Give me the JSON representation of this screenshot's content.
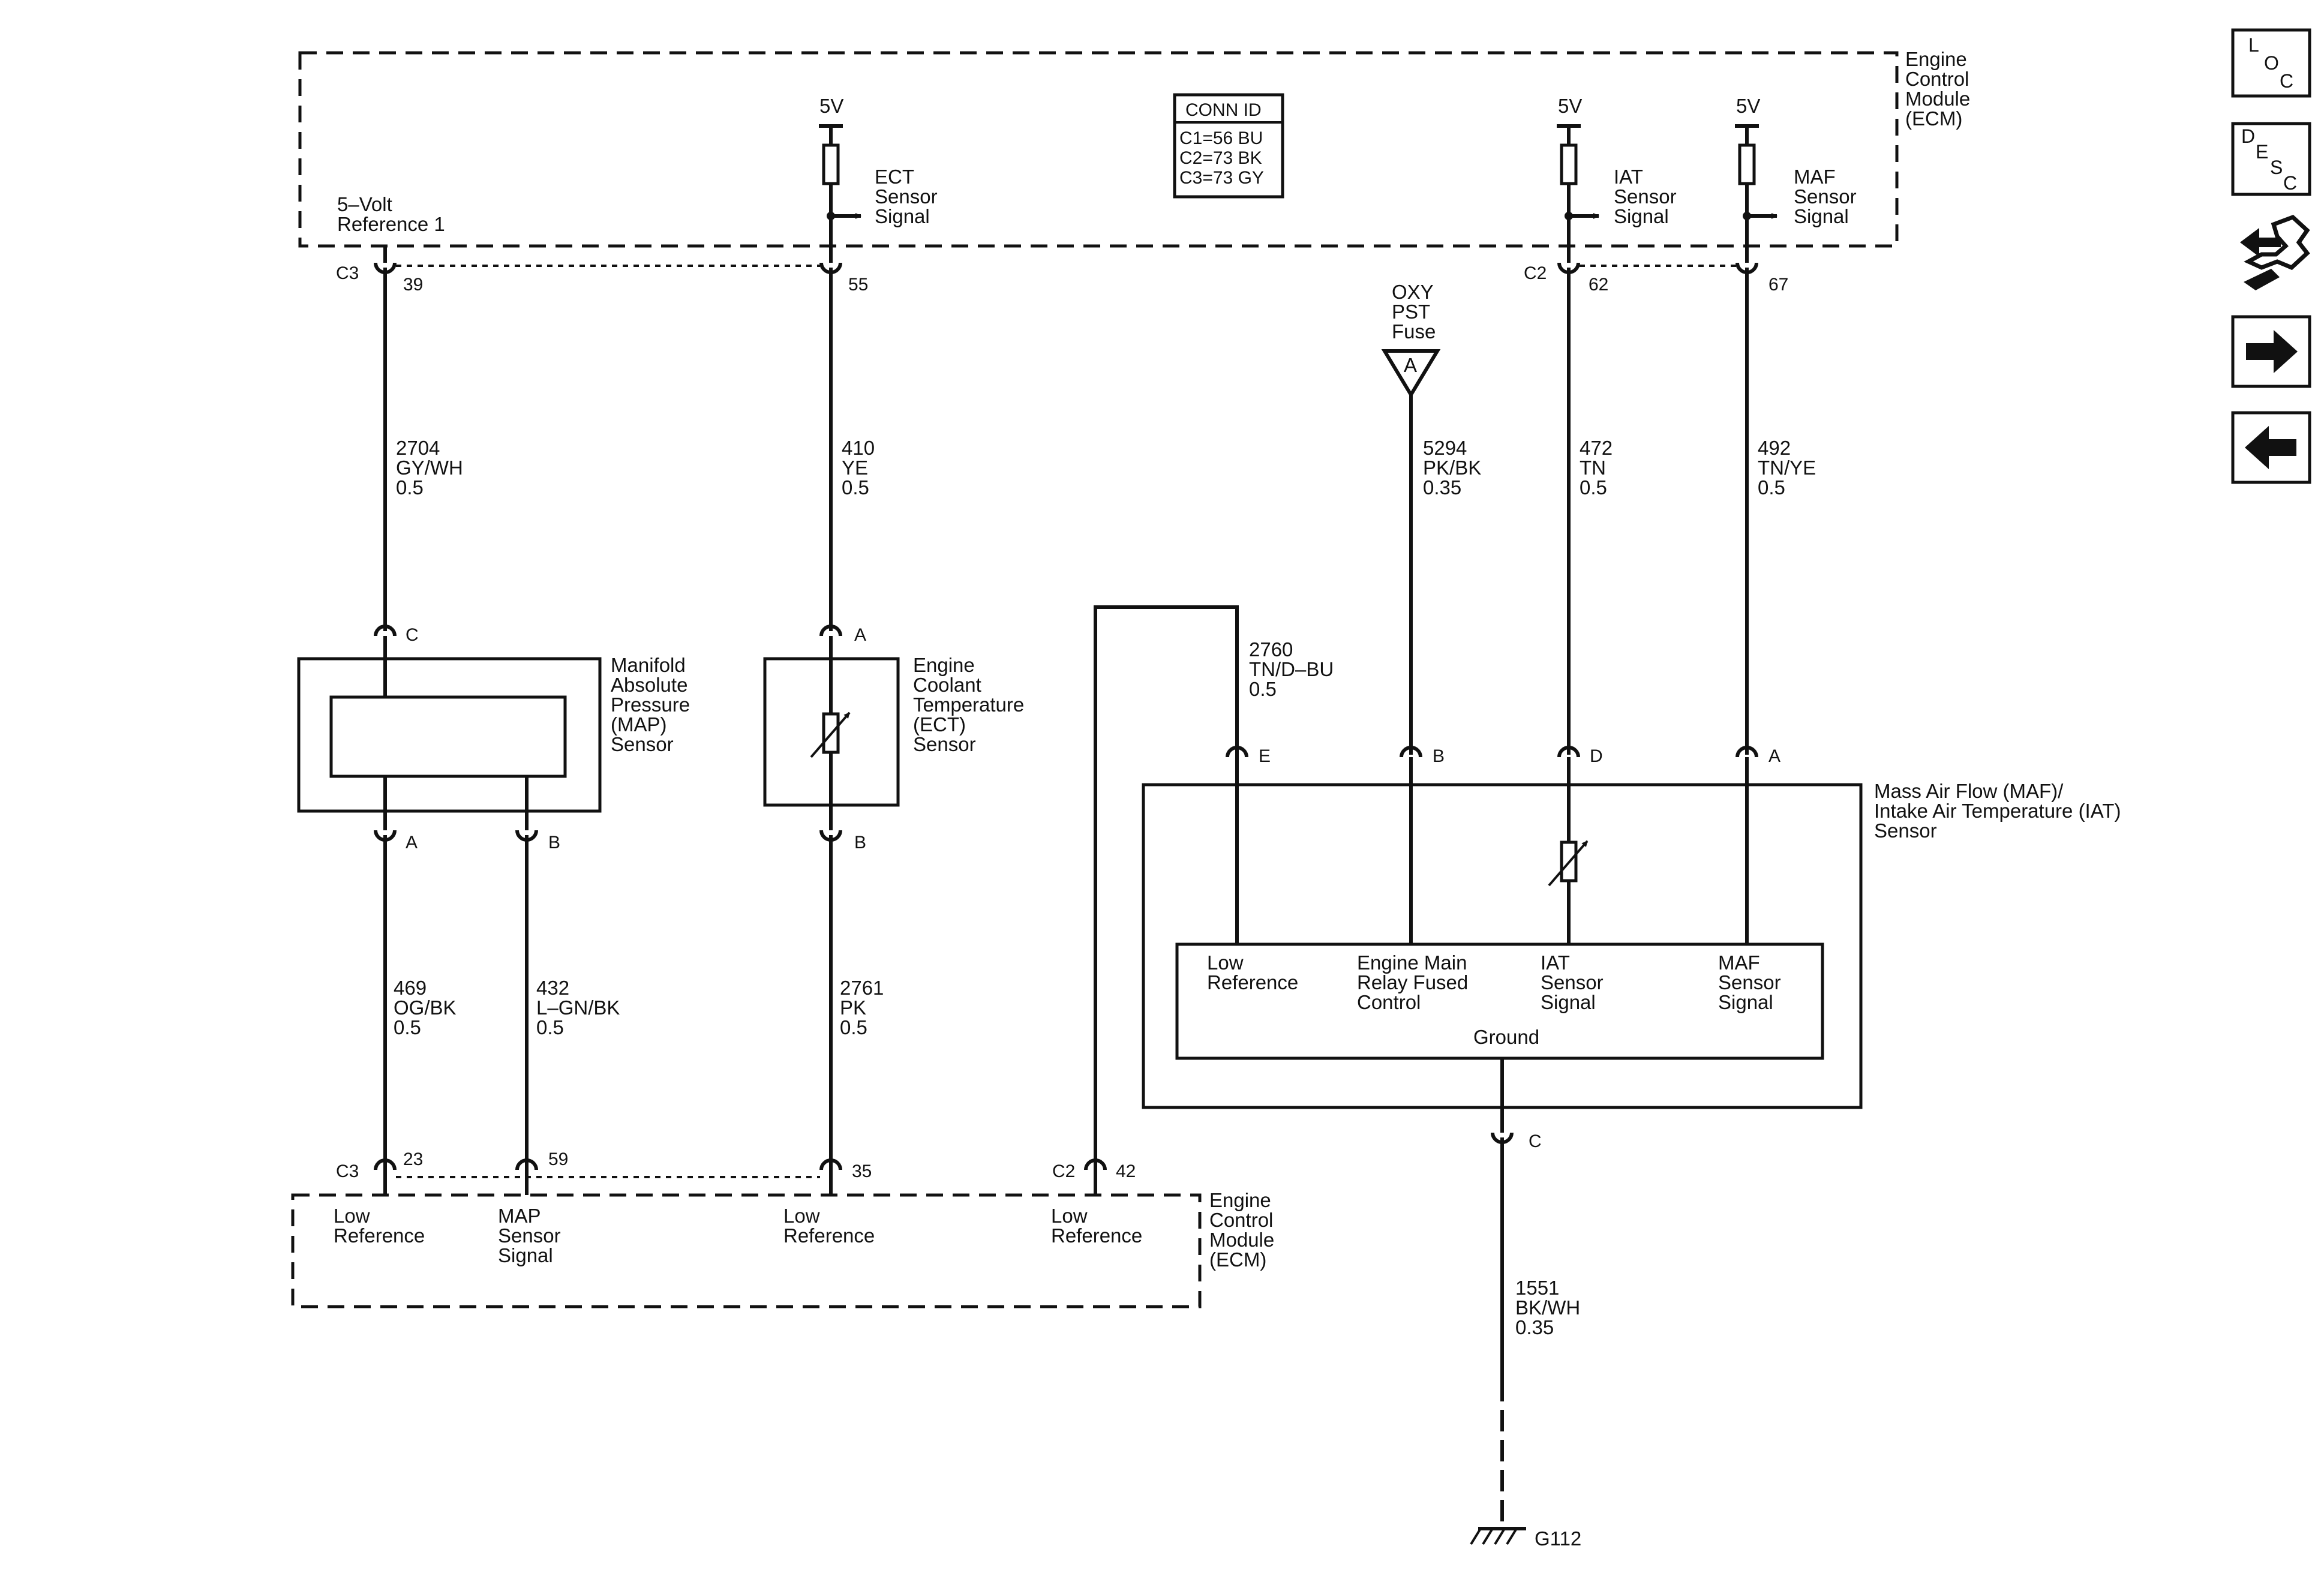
{
  "ecm": {
    "top_label": [
      "Engine",
      "Control",
      "Module",
      "(ECM)"
    ],
    "bottom_label": [
      "Engine",
      "Control",
      "Module",
      "(ECM)"
    ],
    "conn_id": {
      "title": "CONN ID",
      "lines": [
        "C1=56 BU",
        "C2=73 BK",
        "C3=73 GY"
      ]
    },
    "ref_5v": [
      "5–Volt",
      "Reference 1"
    ],
    "supply": "5V",
    "ect_signal": [
      "ECT",
      "Sensor",
      "Signal"
    ],
    "iat_signal": [
      "IAT",
      "Sensor",
      "Signal"
    ],
    "maf_signal": [
      "MAF",
      "Sensor",
      "Signal"
    ],
    "low_ref": [
      "Low",
      "Reference"
    ],
    "map_signal": [
      "MAP",
      "Sensor",
      "Signal"
    ]
  },
  "pins": {
    "c3": "C3",
    "c2": "C2",
    "p39": "39",
    "p55": "55",
    "p62": "62",
    "p67": "67",
    "p23": "23",
    "p59": "59",
    "p35": "35",
    "p42": "42"
  },
  "wires": {
    "w2704": [
      "2704",
      "GY/WH",
      "0.5"
    ],
    "w410": [
      "410",
      "YE",
      "0.5"
    ],
    "w5294": [
      "5294",
      "PK/BK",
      "0.35"
    ],
    "w472": [
      "472",
      "TN",
      "0.5"
    ],
    "w492": [
      "492",
      "TN/YE",
      "0.5"
    ],
    "w2760": [
      "2760",
      "TN/D–BU",
      "0.5"
    ],
    "w469": [
      "469",
      "OG/BK",
      "0.5"
    ],
    "w432": [
      "432",
      "L–GN/BK",
      "0.5"
    ],
    "w2761": [
      "2761",
      "PK",
      "0.5"
    ],
    "w1551": [
      "1551",
      "BK/WH",
      "0.35"
    ]
  },
  "fuse": {
    "name": [
      "OXY",
      "PST",
      "Fuse"
    ],
    "terminal": "A"
  },
  "map_sensor": {
    "name": [
      "Manifold",
      "Absolute",
      "Pressure",
      "(MAP)",
      "Sensor"
    ],
    "pin_c": "C",
    "pin_a": "A",
    "pin_b": "B"
  },
  "ect_sensor": {
    "name": [
      "Engine",
      "Coolant",
      "Temperature",
      "(ECT)",
      "Sensor"
    ],
    "pin_a": "A",
    "pin_b": "B"
  },
  "maf_sensor": {
    "name": [
      "Mass Air Flow (MAF)/",
      "Intake Air Temperature (IAT)",
      "Sensor"
    ],
    "pin_e": "E",
    "pin_b": "B",
    "pin_d": "D",
    "pin_a": "A",
    "pin_c": "C",
    "low_ref": [
      "Low",
      "Reference"
    ],
    "relay": [
      "Engine Main",
      "Relay Fused",
      "Control"
    ],
    "iat": [
      "IAT",
      "Sensor",
      "Signal"
    ],
    "maf": [
      "MAF",
      "Sensor",
      "Signal"
    ],
    "ground": "Ground"
  },
  "ground": {
    "name": "G112"
  },
  "nav": {
    "loc": [
      "L",
      "O",
      "C"
    ],
    "desc": [
      "D",
      "E",
      "S",
      "C"
    ]
  }
}
